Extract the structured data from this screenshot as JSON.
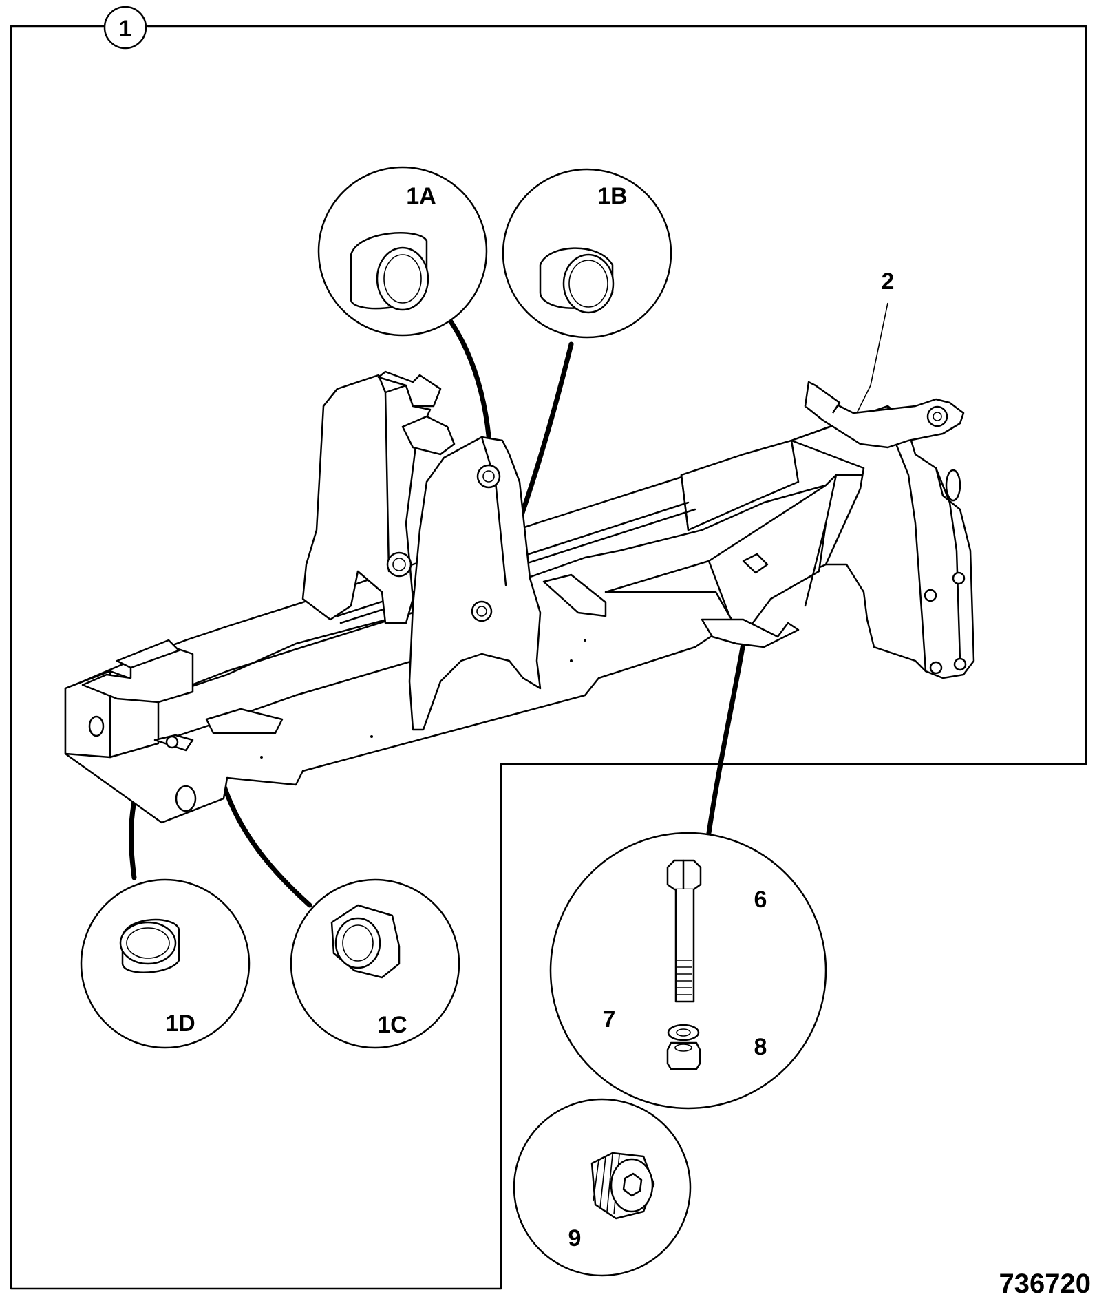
{
  "callouts": {
    "assembly": "1",
    "bush_1a": "1A",
    "bush_1b": "1B",
    "bush_1c": "1C",
    "bush_1d": "1D",
    "chassis": "2",
    "bolt": "6",
    "washer": "7",
    "nut": "8",
    "plug": "9"
  },
  "reference_number": "736720"
}
